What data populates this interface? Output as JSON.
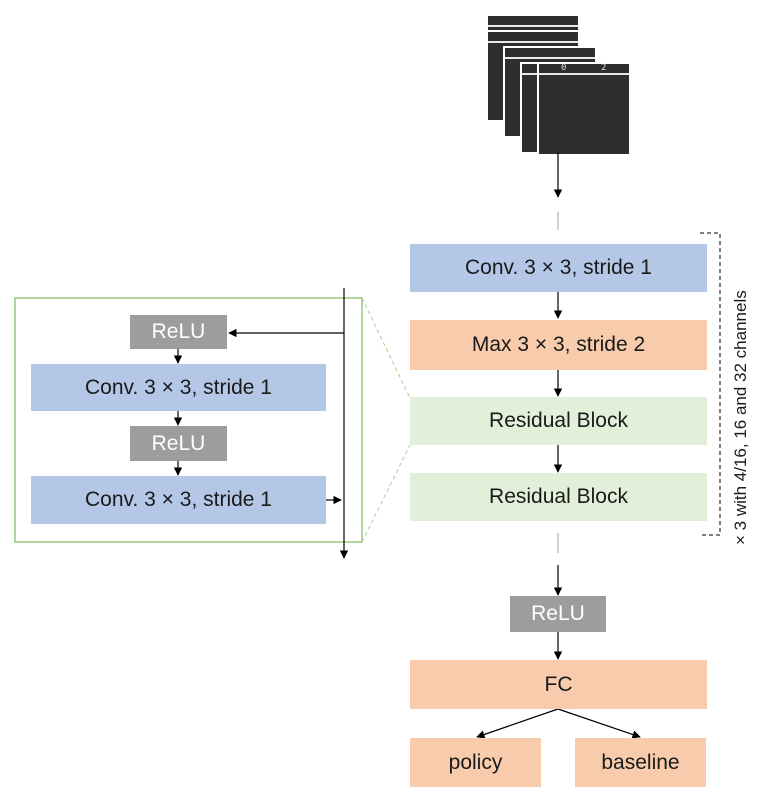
{
  "left_block": {
    "relu_1": "ReLU",
    "conv_1": "Conv. 3 × 3, stride 1",
    "relu_2": "ReLU",
    "conv_2": "Conv. 3 × 3, stride 1"
  },
  "main_stack": {
    "conv": "Conv. 3 × 3, stride 1",
    "max": "Max 3 × 3, stride 2",
    "residual_1": "Residual Block",
    "residual_2": "Residual Block",
    "relu": "ReLU",
    "fc": "FC",
    "policy": "policy",
    "baseline": "baseline"
  },
  "repeat_note": "× 3 with 4/16, 16 and 32 channels",
  "game_frames": {
    "score_left": "0",
    "score_right": "2"
  },
  "colors": {
    "conv": "#b4c7e7",
    "max": "#f8cbad",
    "residual": "#e2f0d9",
    "relu": "#9d9d9d",
    "zoom_frame": "#a9d18e"
  }
}
